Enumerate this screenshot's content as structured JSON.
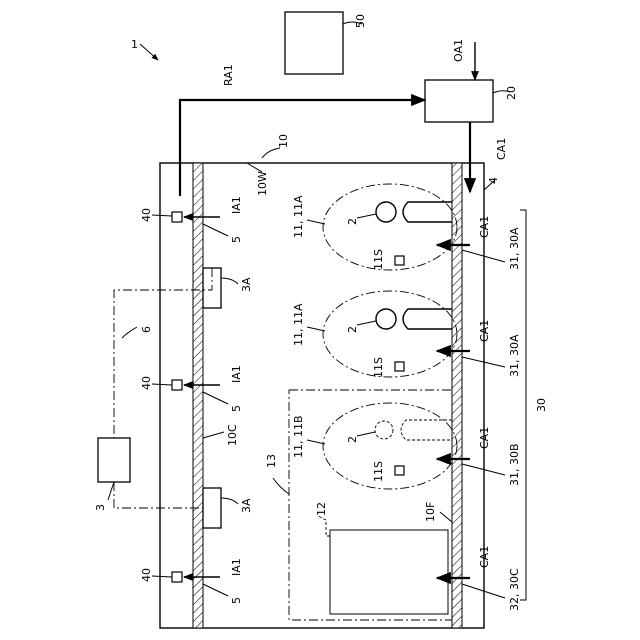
{
  "labels": {
    "system": "1",
    "controller": "50",
    "ac_unit": "20",
    "outside_air": "OA1",
    "return_air": "RA1",
    "conditioned_air_main": "CA1",
    "room": "10",
    "wall": "10W",
    "supply_device": "4",
    "ceiling": "10C",
    "floor": "10F",
    "exhaust_unit": "3",
    "duct": "6",
    "exhaust_ports": [
      "3A",
      "3A"
    ],
    "sensors": [
      "40",
      "40",
      "40"
    ],
    "vents": [
      "5",
      "5",
      "5"
    ],
    "indoor_air": [
      "IA1",
      "IA1",
      "IA1"
    ],
    "zones": [
      "11, 11A",
      "11, 11A",
      "11, 11B"
    ],
    "persons": [
      "2",
      "2",
      "2"
    ],
    "zone_sensors": [
      "11S",
      "11S",
      "11S"
    ],
    "outlet_airflow": [
      "CA1",
      "CA1",
      "CA1",
      "CA1"
    ],
    "outlets": [
      "31, 30A",
      "31, 30A",
      "31, 30B",
      "32, 30C"
    ],
    "outlet_group": "30",
    "area": "13",
    "object": "12"
  }
}
